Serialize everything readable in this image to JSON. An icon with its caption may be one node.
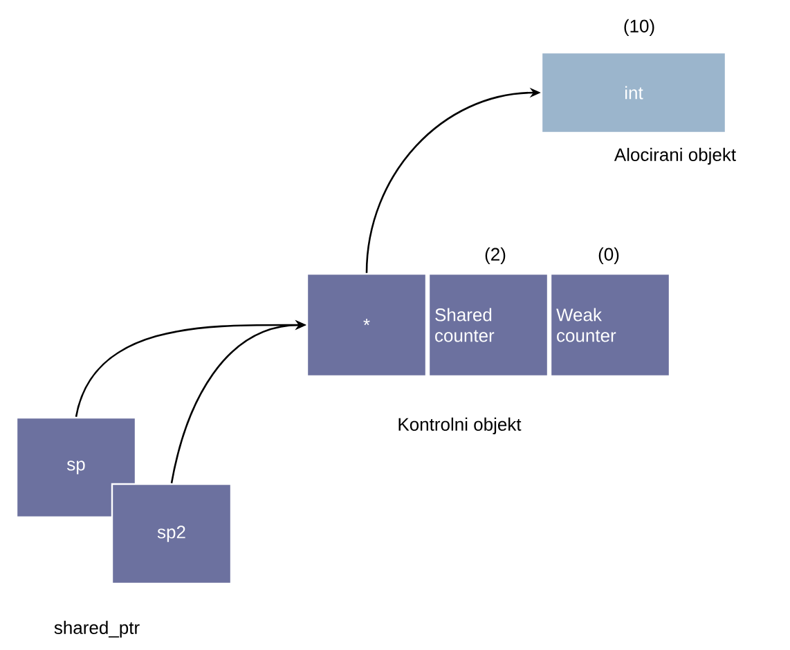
{
  "diagram": {
    "nodes": [
      {
        "text": [
          "int"
        ],
        "beside": [
          "(10)",
          "Alocirani objekt"
        ]
      },
      {
        "text": [
          "*"
        ]
      },
      {
        "text": [
          "Shared counter"
        ],
        "beside": [
          "(2)"
        ]
      },
      {
        "text": [
          "Weak counter"
        ],
        "beside": [
          "(0)"
        ]
      },
      {
        "text": [
          "sp"
        ]
      },
      {
        "text": [
          "sp2"
        ]
      }
    ],
    "edges": [
      {
        "from": 1,
        "to": 0,
        "arrow": "to"
      },
      {
        "from": 4,
        "to": 1,
        "arrow": "to"
      },
      {
        "from": 5,
        "to": 1,
        "arrow": "to"
      }
    ],
    "labels": [
      "Kontrolni objekt",
      "shared_ptr"
    ]
  }
}
